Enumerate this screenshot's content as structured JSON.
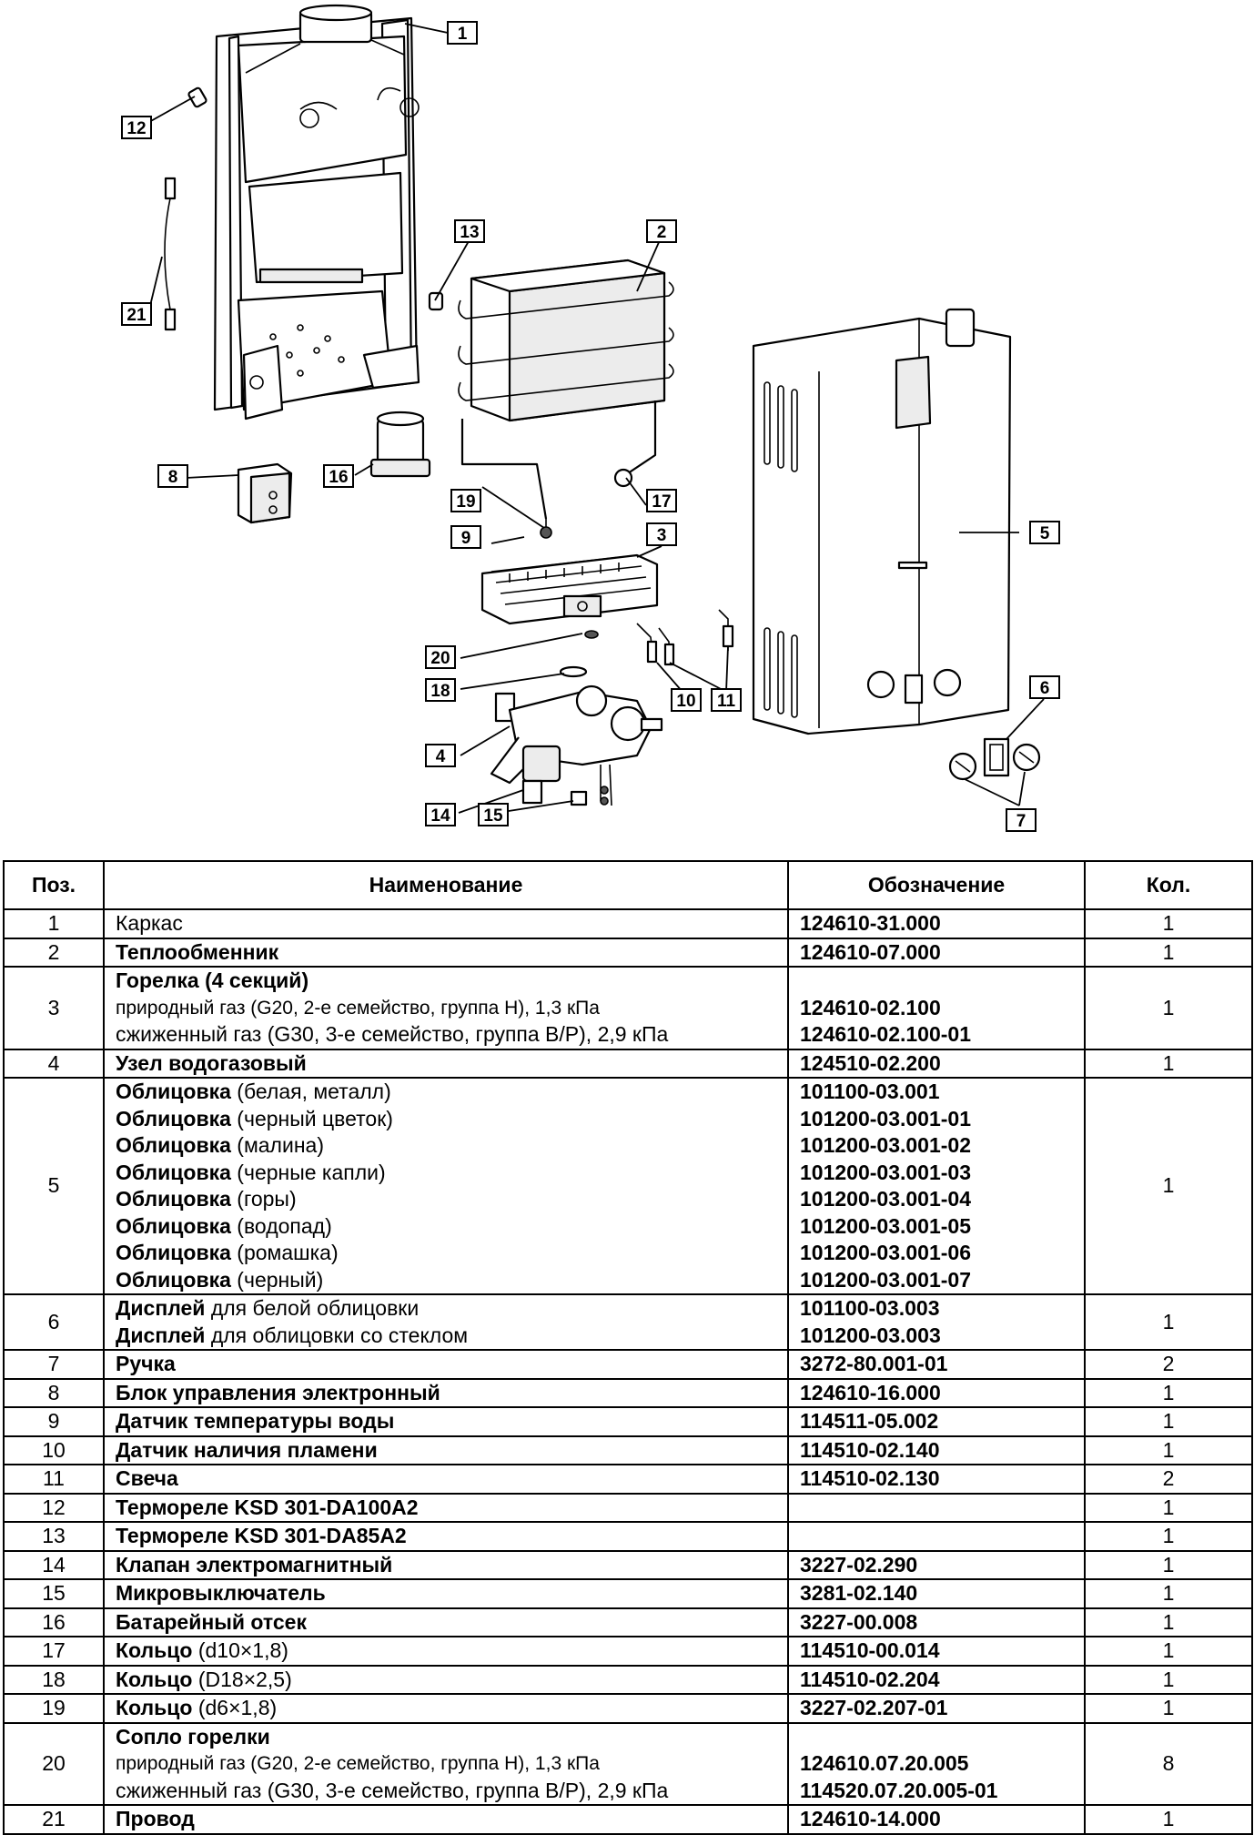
{
  "diagram": {
    "callouts": [
      "1",
      "2",
      "3",
      "4",
      "5",
      "6",
      "7",
      "8",
      "9",
      "10",
      "11",
      "12",
      "13",
      "14",
      "15",
      "16",
      "17",
      "18",
      "19",
      "20",
      "21"
    ]
  },
  "table": {
    "headers": {
      "pos": "Поз.",
      "name": "Наименование",
      "code": "Обозначение",
      "qty": "Кол."
    },
    "rows": [
      {
        "pos": "1",
        "qty": "1",
        "name_lines": [
          {
            "main": "Каркас",
            "extra": "",
            "bold": false,
            "small": false
          }
        ],
        "code_lines": [
          "124610-31.000"
        ]
      },
      {
        "pos": "2",
        "qty": "1",
        "name_lines": [
          {
            "main": "Теплообменник",
            "extra": "",
            "bold": true,
            "small": false
          }
        ],
        "code_lines": [
          "124610-07.000"
        ]
      },
      {
        "pos": "3",
        "qty": "1",
        "name_lines": [
          {
            "main": "Горелка (4 секций)",
            "extra": "",
            "bold": true,
            "small": false
          },
          {
            "main": "природный газ (G20, 2-е семейство, группа H), 1,3 кПа",
            "extra": "",
            "bold": false,
            "small": true
          },
          {
            "main": "сжиженный газ (G30, 3-е семейство, группа B/P), 2,9 кПа",
            "extra": "",
            "bold": false,
            "small": false
          }
        ],
        "code_lines": [
          "",
          "124610-02.100",
          "124610-02.100-01"
        ]
      },
      {
        "pos": "4",
        "qty": "1",
        "name_lines": [
          {
            "main": "Узел водогазовый",
            "extra": "",
            "bold": true,
            "small": false
          }
        ],
        "code_lines": [
          "124510-02.200"
        ]
      },
      {
        "pos": "5",
        "qty": "1",
        "name_lines": [
          {
            "main": "Облицовка",
            "extra": " (белая, металл)",
            "bold": true,
            "small": false
          },
          {
            "main": "Облицовка",
            "extra": " (черный цветок)",
            "bold": true,
            "small": false
          },
          {
            "main": "Облицовка",
            "extra": " (малина)",
            "bold": true,
            "small": false
          },
          {
            "main": "Облицовка",
            "extra": " (черные капли)",
            "bold": true,
            "small": false
          },
          {
            "main": "Облицовка",
            "extra": " (горы)",
            "bold": true,
            "small": false
          },
          {
            "main": "Облицовка",
            "extra": " (водопад)",
            "bold": true,
            "small": false
          },
          {
            "main": "Облицовка",
            "extra": " (ромашка)",
            "bold": true,
            "small": false
          },
          {
            "main": "Облицовка",
            "extra": " (черный)",
            "bold": true,
            "small": false
          }
        ],
        "code_lines": [
          "101100-03.001",
          "101200-03.001-01",
          "101200-03.001-02",
          "101200-03.001-03",
          "101200-03.001-04",
          "101200-03.001-05",
          "101200-03.001-06",
          "101200-03.001-07"
        ]
      },
      {
        "pos": "6",
        "qty": "1",
        "name_lines": [
          {
            "main": "Дисплей",
            "extra": " для белой облицовки",
            "bold": true,
            "small": false
          },
          {
            "main": "Дисплей",
            "extra": " для облицовки со стеклом",
            "bold": true,
            "small": false
          }
        ],
        "code_lines": [
          "101100-03.003",
          "101200-03.003"
        ]
      },
      {
        "pos": "7",
        "qty": "2",
        "name_lines": [
          {
            "main": "Ручка",
            "extra": "",
            "bold": true,
            "small": false
          }
        ],
        "code_lines": [
          "3272-80.001-01"
        ]
      },
      {
        "pos": "8",
        "qty": "1",
        "name_lines": [
          {
            "main": "Блок управления электронный",
            "extra": "",
            "bold": true,
            "small": false
          }
        ],
        "code_lines": [
          "124610-16.000"
        ]
      },
      {
        "pos": "9",
        "qty": "1",
        "name_lines": [
          {
            "main": "Датчик температуры воды",
            "extra": "",
            "bold": true,
            "small": false
          }
        ],
        "code_lines": [
          "114511-05.002"
        ]
      },
      {
        "pos": "10",
        "qty": "1",
        "name_lines": [
          {
            "main": "Датчик наличия пламени",
            "extra": "",
            "bold": true,
            "small": false
          }
        ],
        "code_lines": [
          "114510-02.140"
        ]
      },
      {
        "pos": "11",
        "qty": "2",
        "name_lines": [
          {
            "main": "Свеча",
            "extra": "",
            "bold": true,
            "small": false
          }
        ],
        "code_lines": [
          "114510-02.130"
        ]
      },
      {
        "pos": "12",
        "qty": "1",
        "name_lines": [
          {
            "main": "Термореле KSD 301-DA100A2",
            "extra": "",
            "bold": true,
            "small": false
          }
        ],
        "code_lines": [
          ""
        ]
      },
      {
        "pos": "13",
        "qty": "1",
        "name_lines": [
          {
            "main": "Термореле KSD 301-DA85A2",
            "extra": "",
            "bold": true,
            "small": false
          }
        ],
        "code_lines": [
          ""
        ]
      },
      {
        "pos": "14",
        "qty": "1",
        "name_lines": [
          {
            "main": "Клапан электромагнитный",
            "extra": "",
            "bold": true,
            "small": false
          }
        ],
        "code_lines": [
          "3227-02.290"
        ]
      },
      {
        "pos": "15",
        "qty": "1",
        "name_lines": [
          {
            "main": "Микровыключатель",
            "extra": "",
            "bold": true,
            "small": false
          }
        ],
        "code_lines": [
          "3281-02.140"
        ]
      },
      {
        "pos": "16",
        "qty": "1",
        "name_lines": [
          {
            "main": "Батарейный отсек",
            "extra": "",
            "bold": true,
            "small": false
          }
        ],
        "code_lines": [
          "3227-00.008"
        ]
      },
      {
        "pos": "17",
        "qty": "1",
        "name_lines": [
          {
            "main": "Кольцо",
            "extra": " (d10×1,8)",
            "bold": true,
            "small": false
          }
        ],
        "code_lines": [
          "114510-00.014"
        ]
      },
      {
        "pos": "18",
        "qty": "1",
        "name_lines": [
          {
            "main": "Кольцо",
            "extra": " (D18×2,5)",
            "bold": true,
            "small": false
          }
        ],
        "code_lines": [
          "114510-02.204"
        ]
      },
      {
        "pos": "19",
        "qty": "1",
        "name_lines": [
          {
            "main": "Кольцо",
            "extra": " (d6×1,8)",
            "bold": true,
            "small": false
          }
        ],
        "code_lines": [
          "3227-02.207-01"
        ]
      },
      {
        "pos": "20",
        "qty": "8",
        "name_lines": [
          {
            "main": "Сопло горелки",
            "extra": "",
            "bold": true,
            "small": false
          },
          {
            "main": "природный газ (G20, 2-е семейство, группа H), 1,3 кПа",
            "extra": "",
            "bold": false,
            "small": true
          },
          {
            "main": "сжиженный газ (G30, 3-е семейство, группа B/P), 2,9 кПа",
            "extra": "",
            "bold": false,
            "small": false
          }
        ],
        "code_lines": [
          "",
          "124610.07.20.005",
          "114520.07.20.005-01"
        ]
      },
      {
        "pos": "21",
        "qty": "1",
        "name_lines": [
          {
            "main": "Провод",
            "extra": "",
            "bold": true,
            "small": false
          }
        ],
        "code_lines": [
          "124610-14.000"
        ]
      }
    ]
  }
}
